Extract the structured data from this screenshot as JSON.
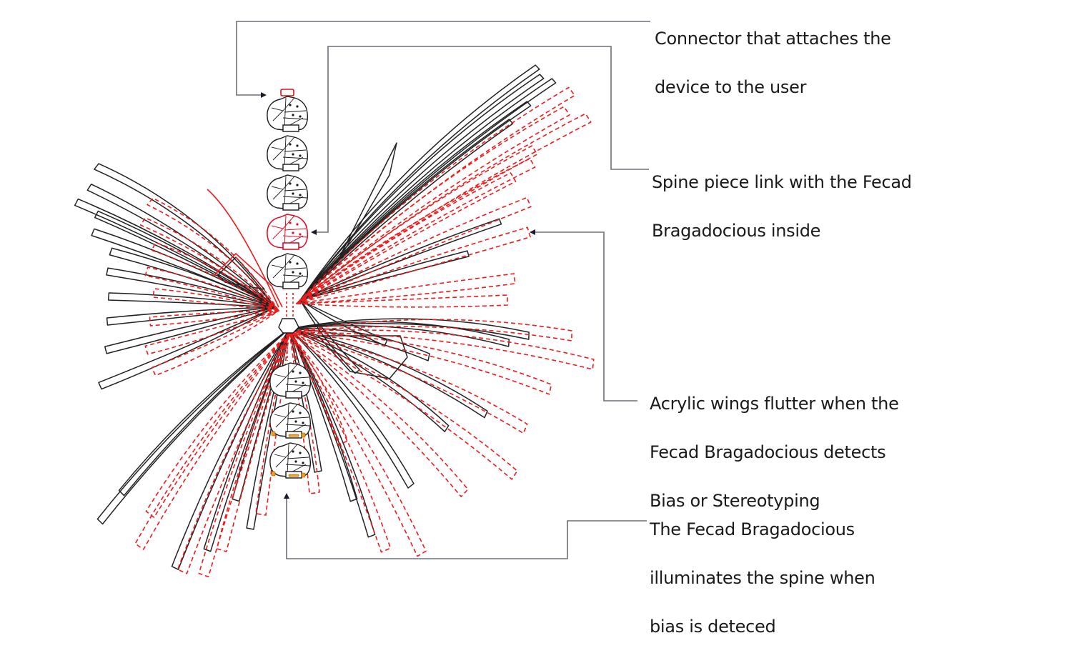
{
  "diagram": {
    "subject": "Wearable spine device with acrylic wings",
    "colors": {
      "outline": "#222222",
      "wing_accent": "#ee1c1c",
      "highlighted_spine_piece": "#e0102a",
      "led": "#f0a020",
      "leader_line": "#6e6e78",
      "text": "#1a1a1a",
      "background": "#ffffff"
    },
    "callouts": [
      {
        "id": "connector",
        "lines": [
          "Connector that attaches the",
          "device to the user"
        ],
        "target": "connector-tab"
      },
      {
        "id": "spine-link",
        "lines": [
          "Spine piece link with the Fecad",
          "Bragadocious inside"
        ],
        "target": "highlighted-spine-piece"
      },
      {
        "id": "wings",
        "lines": [
          "Acrylic wings flutter when the",
          "Fecad Bragadocious detects",
          "Bias or Stereotyping"
        ],
        "target": "acrylic-wings"
      },
      {
        "id": "illuminate",
        "lines": [
          "The Fecad Bragadocious",
          "illuminates the spine when",
          "bias is deteced"
        ],
        "target": "illuminated-spine-pieces"
      }
    ],
    "spine": {
      "upper_piece_count": 5,
      "highlighted_piece_index": 3,
      "lower_piece_count": 3,
      "lower_pieces_illuminated": true
    }
  }
}
